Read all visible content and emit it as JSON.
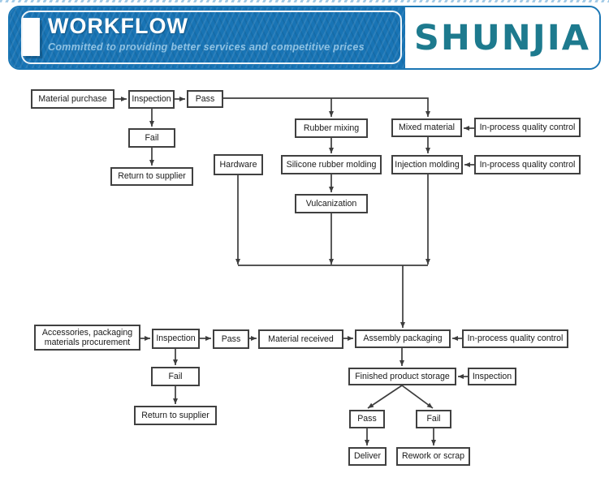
{
  "banner": {
    "title": "WORKFLOW",
    "subtitle": "Committed to providing better services and competitive prices",
    "brand": "SHUNJIA",
    "colors": {
      "banner_blue": "#1874b5",
      "banner_border_blue": "#1a76b4",
      "subtitle_blue": "#8fc2e3",
      "brand_teal": "#1d7a8e"
    }
  },
  "flowchart": {
    "colors": {
      "box_border": "#404040",
      "arrow": "#3d3d3d",
      "text": "#1a1a1a"
    },
    "nodes": {
      "material_purchase": {
        "label": "Material purchase"
      },
      "inspection_1": {
        "label": "Inspection"
      },
      "pass_1": {
        "label": "Pass"
      },
      "fail_1": {
        "label": "Fail"
      },
      "return_to_supplier_1": {
        "label": "Return to supplier"
      },
      "hardware": {
        "label": "Hardware"
      },
      "rubber_mixing": {
        "label": "Rubber mixing"
      },
      "mixed_material": {
        "label": "Mixed material"
      },
      "qc_mixed_material": {
        "label": "In-process quality control"
      },
      "silicone_rubber_molding": {
        "label": "Silicone rubber molding"
      },
      "injection_molding": {
        "label": "Injection molding"
      },
      "qc_injection_molding": {
        "label": "In-process quality control"
      },
      "vulcanization": {
        "label": "Vulcanization"
      },
      "accessories_procurement": {
        "label": "Accessories, packaging materials procurement",
        "line1": "Accessories, packaging",
        "line2": "materials procurement"
      },
      "inspection_2": {
        "label": "Inspection"
      },
      "pass_2": {
        "label": "Pass"
      },
      "fail_2": {
        "label": "Fail"
      },
      "return_to_supplier_2": {
        "label": "Return to supplier"
      },
      "material_received": {
        "label": "Material received"
      },
      "assembly_packaging": {
        "label": "Assembly packaging"
      },
      "qc_assembly": {
        "label": "In-process quality control"
      },
      "finished_product_storage": {
        "label": "Finished product storage"
      },
      "inspection_3": {
        "label": "Inspection"
      },
      "pass_3": {
        "label": "Pass"
      },
      "fail_3": {
        "label": "Fail"
      },
      "deliver": {
        "label": "Deliver"
      },
      "rework_or_scrap": {
        "label": "Rework or scrap"
      }
    },
    "edges": [
      {
        "from": "material_purchase",
        "to": "inspection_1"
      },
      {
        "from": "inspection_1",
        "to": "pass_1"
      },
      {
        "from": "inspection_1",
        "to": "fail_1"
      },
      {
        "from": "fail_1",
        "to": "return_to_supplier_1"
      },
      {
        "from": "pass_1",
        "to": "rubber_mixing"
      },
      {
        "from": "pass_1",
        "to": "mixed_material"
      },
      {
        "from": "rubber_mixing",
        "to": "silicone_rubber_molding"
      },
      {
        "from": "silicone_rubber_molding",
        "to": "vulcanization"
      },
      {
        "from": "mixed_material",
        "to": "injection_molding"
      },
      {
        "from": "qc_mixed_material",
        "to": "mixed_material"
      },
      {
        "from": "qc_injection_molding",
        "to": "injection_molding"
      },
      {
        "from": "hardware",
        "to": "assembly_packaging"
      },
      {
        "from": "vulcanization",
        "to": "assembly_packaging"
      },
      {
        "from": "injection_molding",
        "to": "assembly_packaging"
      },
      {
        "from": "accessories_procurement",
        "to": "inspection_2"
      },
      {
        "from": "inspection_2",
        "to": "pass_2"
      },
      {
        "from": "inspection_2",
        "to": "fail_2"
      },
      {
        "from": "fail_2",
        "to": "return_to_supplier_2"
      },
      {
        "from": "pass_2",
        "to": "material_received"
      },
      {
        "from": "material_received",
        "to": "assembly_packaging"
      },
      {
        "from": "qc_assembly",
        "to": "assembly_packaging"
      },
      {
        "from": "assembly_packaging",
        "to": "finished_product_storage"
      },
      {
        "from": "inspection_3",
        "to": "finished_product_storage"
      },
      {
        "from": "finished_product_storage",
        "to": "pass_3"
      },
      {
        "from": "finished_product_storage",
        "to": "fail_3"
      },
      {
        "from": "pass_3",
        "to": "deliver"
      },
      {
        "from": "fail_3",
        "to": "rework_or_scrap"
      }
    ]
  }
}
